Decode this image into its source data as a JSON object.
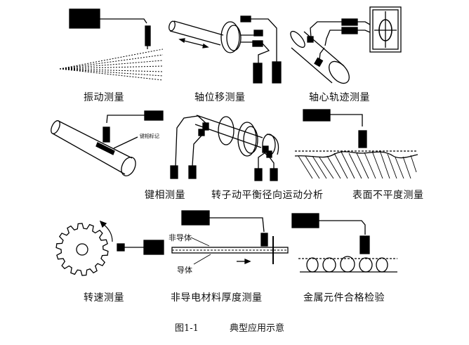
{
  "panels": [
    {
      "label": "振动测量"
    },
    {
      "label": "轴位移测量"
    },
    {
      "label": "轴心轨迹测量"
    },
    {
      "label": "键相测量",
      "tag": "键相标记"
    },
    {
      "label": "转子动平衡径向运动分析"
    },
    {
      "label": "表面不平度测量"
    },
    {
      "label": "转速测量"
    },
    {
      "label": "非导电材料厚度测量",
      "top_layer": "非导体",
      "bottom_layer": "导体"
    },
    {
      "label": "金属元件合格检验"
    }
  ],
  "caption": {
    "figure_no": "图1-1",
    "title": "典型应用示意"
  }
}
